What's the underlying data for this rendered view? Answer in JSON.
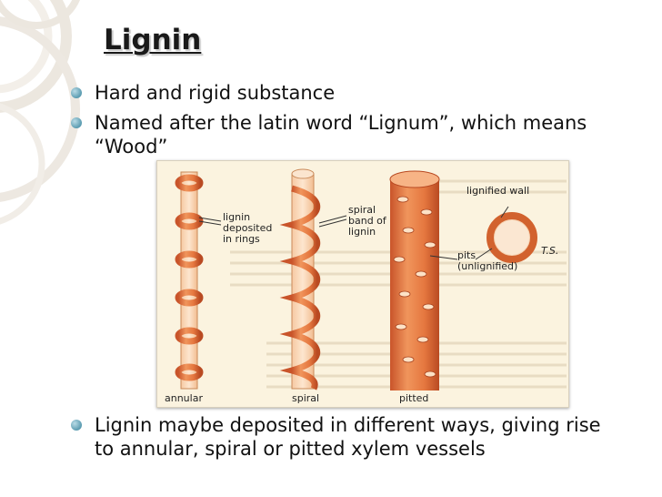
{
  "slide": {
    "title": "Lignin",
    "bullets": [
      "Hard and rigid substance",
      "Named after the latin word “Lignum”, which means “Wood”",
      "Lignin maybe deposited in different ways, giving rise to annular, spiral or pitted xylem vessels"
    ]
  },
  "figure": {
    "labels": {
      "annular_note": "lignin deposited in rings",
      "spiral_note": "spiral band of lignin",
      "wall": "lignified wall",
      "pits": "pits (unlignified)",
      "ts": "T.S."
    },
    "captions": {
      "annular": "annular",
      "spiral": "spiral",
      "pitted": "pitted"
    }
  },
  "colors": {
    "accent": "#5a9bb0",
    "vessel": "#e0733f",
    "vessel_light": "#f3b07c",
    "figure_bg": "#fbf3df"
  }
}
